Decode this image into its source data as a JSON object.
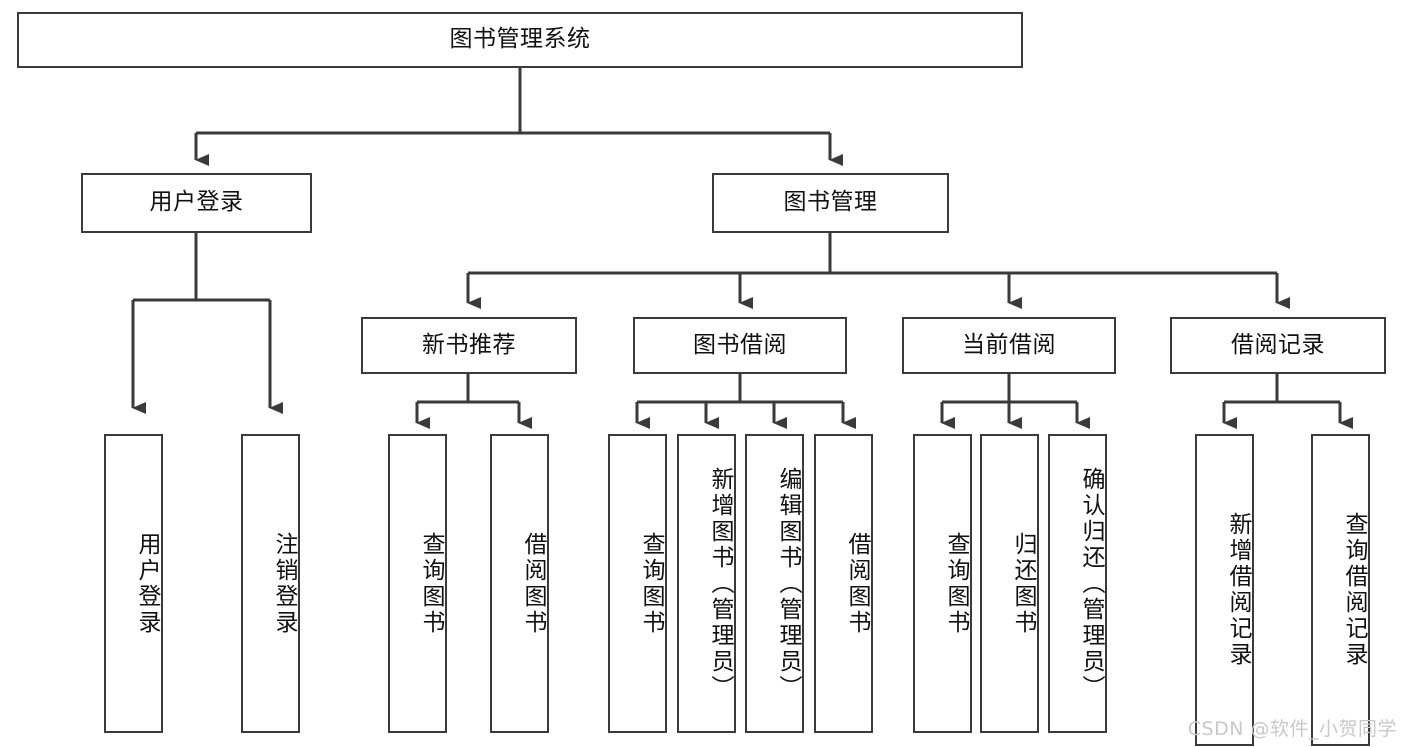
{
  "diagram": {
    "title": "图书管理系统",
    "type": "tree-hierarchy-chart",
    "watermark": "CSDN @软件_小贺同学",
    "line_color": "#3a3a3a",
    "box_fill": "#ffffff",
    "text_color": "#111111",
    "background": "#ffffff",
    "root": {
      "label": "图书管理系统",
      "orientation": "horizontal"
    },
    "level2": [
      {
        "label": "用户登录",
        "orientation": "horizontal"
      },
      {
        "label": "图书管理",
        "orientation": "horizontal"
      }
    ],
    "level3": [
      {
        "label": "新书推荐",
        "orientation": "horizontal"
      },
      {
        "label": "图书借阅",
        "orientation": "horizontal"
      },
      {
        "label": "当前借阅",
        "orientation": "horizontal"
      },
      {
        "label": "借阅记录",
        "orientation": "horizontal"
      }
    ],
    "leaves": {
      "user_login": [
        {
          "label": "用户登录",
          "orientation": "vertical"
        },
        {
          "label": "注销登录",
          "orientation": "vertical"
        }
      ],
      "new_book_recommend": [
        {
          "label": "查询图书",
          "orientation": "vertical"
        },
        {
          "label": "借阅图书",
          "orientation": "vertical"
        }
      ],
      "book_borrow": [
        {
          "label": "查询图书",
          "orientation": "vertical"
        },
        {
          "label": "新增图书（管理员）",
          "orientation": "vertical"
        },
        {
          "label": "编辑图书（管理员）",
          "orientation": "vertical"
        },
        {
          "label": "借阅图书",
          "orientation": "vertical"
        }
      ],
      "current_borrow": [
        {
          "label": "查询图书",
          "orientation": "vertical"
        },
        {
          "label": "归还图书",
          "orientation": "vertical"
        },
        {
          "label": "确认归还（管理员）",
          "orientation": "vertical"
        }
      ],
      "borrow_record": [
        {
          "label": "新增借阅记录",
          "orientation": "vertical"
        },
        {
          "label": "查询借阅记录",
          "orientation": "vertical"
        }
      ]
    }
  }
}
